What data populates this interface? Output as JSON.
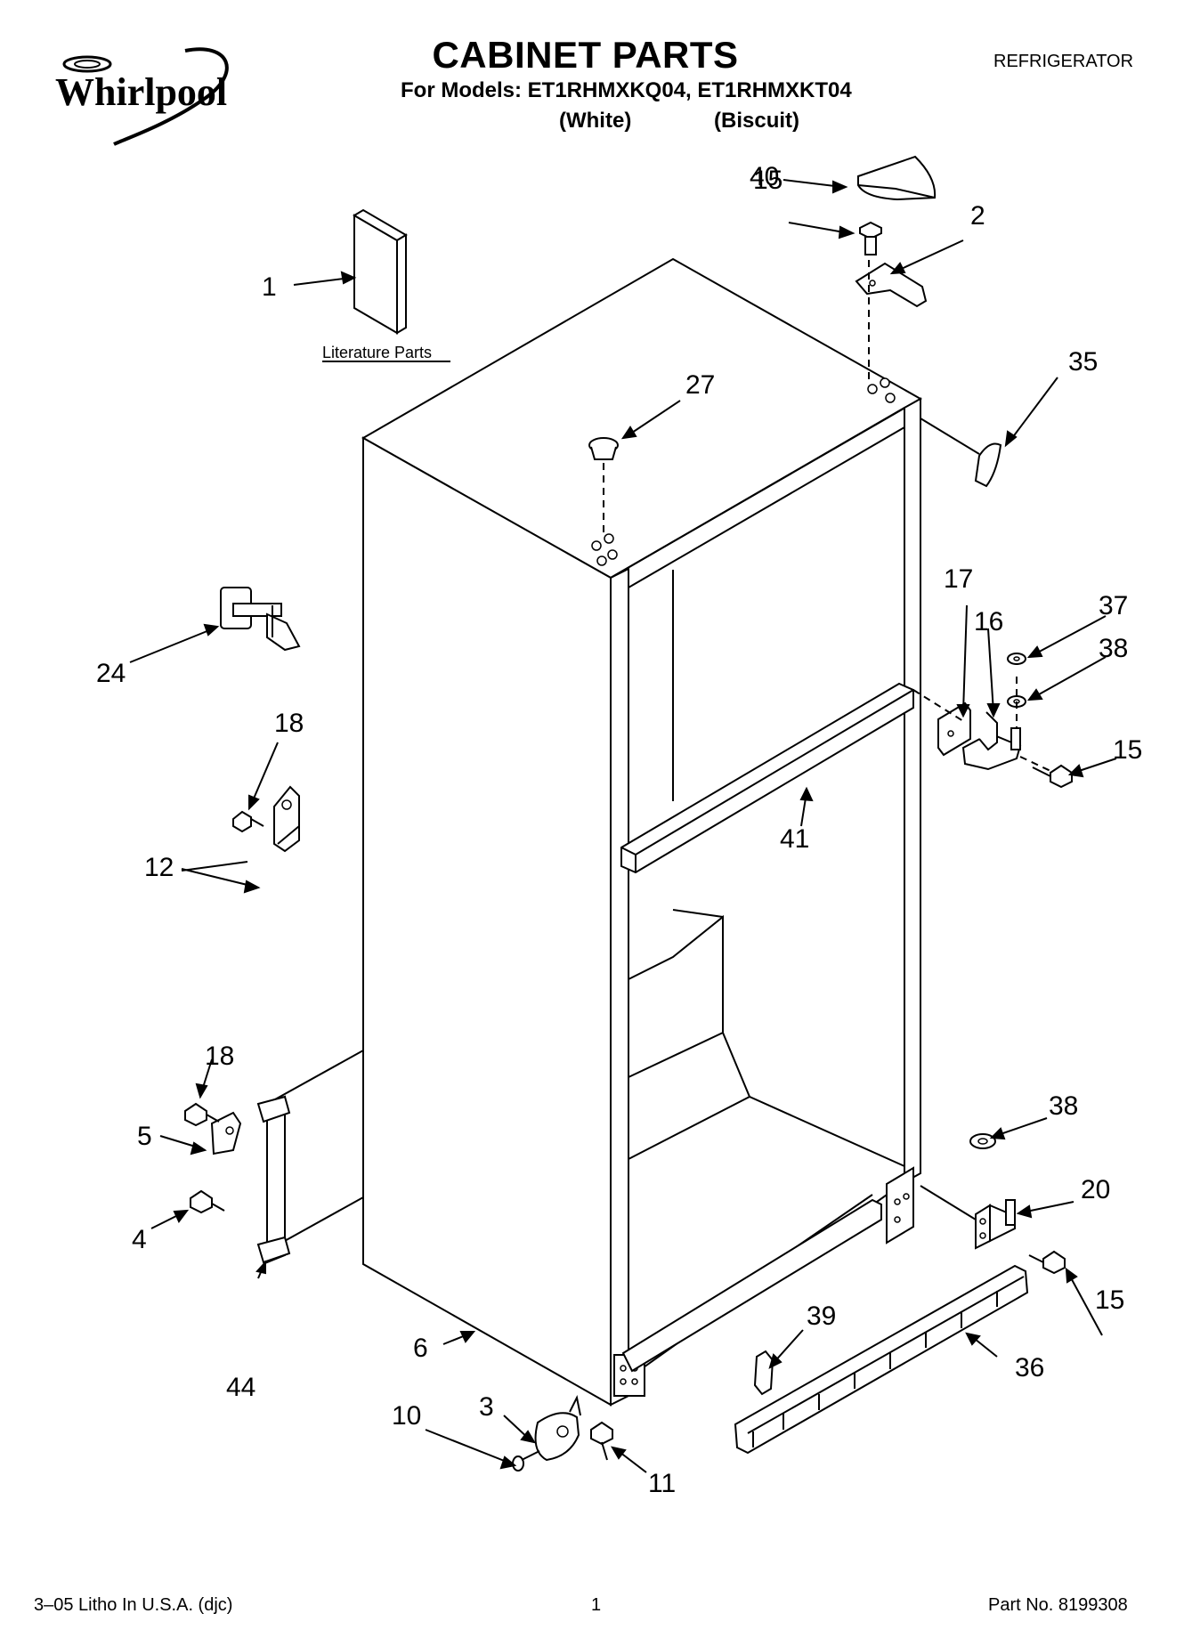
{
  "header": {
    "brand": "Whirlpool",
    "title": "CABINET PARTS",
    "models_line": "For Models: ET1RHMXKQ04, ET1RHMXKT04",
    "variant_white": "(White)",
    "variant_biscuit": "(Biscuit)",
    "category": "REFRIGERATOR"
  },
  "literature_label": "Literature Parts",
  "callouts": {
    "c1": "1",
    "c2": "2",
    "c3": "3",
    "c4": "4",
    "c5": "5",
    "c6": "6",
    "c10": "10",
    "c11": "11",
    "c12": "12",
    "c15a": "15",
    "c15b": "15",
    "c15c": "15",
    "c16": "16",
    "c17": "17",
    "c18a": "18",
    "c18b": "18",
    "c20": "20",
    "c24": "24",
    "c27": "27",
    "c35": "35",
    "c36": "36",
    "c37": "37",
    "c38a": "38",
    "c38b": "38",
    "c39": "39",
    "c40": "40",
    "c41": "41",
    "c44": "44"
  },
  "footer": {
    "litho": "3–05 Litho In U.S.A. (djc)",
    "page": "1",
    "part_no": "Part No. 8199308"
  }
}
